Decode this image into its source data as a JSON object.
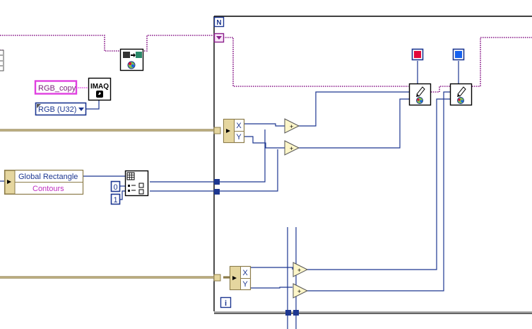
{
  "loop": {
    "count_terminal": "N",
    "iteration_terminal": "i"
  },
  "constants": {
    "image_name": "RGB_copy",
    "image_type": "RGB (U32)",
    "index_0": "0",
    "index_1": "1"
  },
  "imaq_label": "IMAQ",
  "cluster": {
    "item_1": "Global Rectangle",
    "item_2": "Contours"
  },
  "unbundle_1": {
    "x": "X",
    "y": "Y"
  },
  "unbundle_2": {
    "x": "X",
    "y": "Y"
  },
  "adders": [
    "+",
    "+",
    "+",
    "+"
  ],
  "color_constants": [
    {
      "name": "red",
      "color": "#e2083a"
    },
    {
      "name": "blue",
      "color": "#1560ee"
    }
  ],
  "wire_colors": {
    "image": "#8b1f8b",
    "int": "#1d3791",
    "cluster": "#8c7c4a",
    "frame": "#000000"
  }
}
